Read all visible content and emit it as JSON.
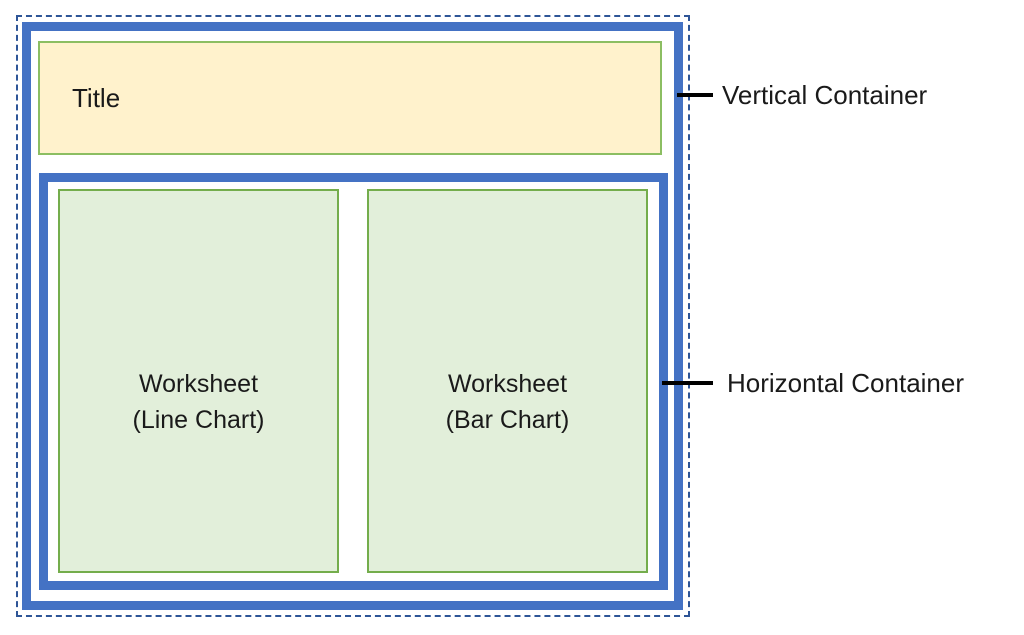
{
  "diagram": {
    "title_box": {
      "label": "Title"
    },
    "worksheets": [
      {
        "name": "Worksheet",
        "type": "(Line Chart)"
      },
      {
        "name": "Worksheet",
        "type": "(Bar Chart)"
      }
    ],
    "annotations": {
      "vertical_container": "Vertical Container",
      "horizontal_container": "Horizontal Container"
    },
    "colors": {
      "container_blue": "#4472C4",
      "dashed_border_blue": "#2E5597",
      "title_fill": "#FFF2CC",
      "title_border": "#8CBE62",
      "worksheet_fill": "#E2EFDA",
      "worksheet_border": "#74AD4C",
      "connector": "#000000"
    }
  }
}
